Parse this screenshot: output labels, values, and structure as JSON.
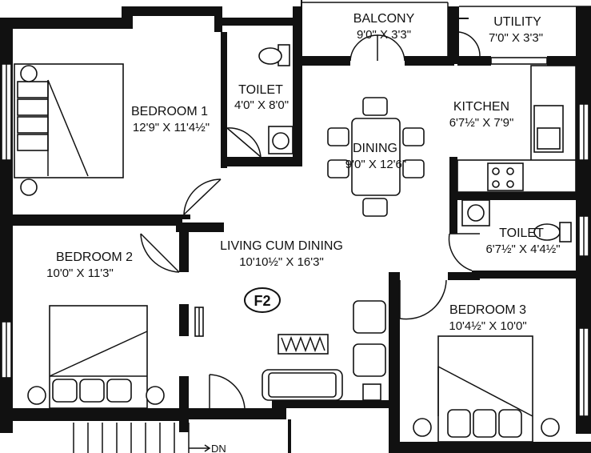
{
  "plan": {
    "unit_tag": "F2",
    "stair_label": "DN",
    "rooms": {
      "balcony": {
        "name": "BALCONY",
        "size": "9'0\" X 3'3\""
      },
      "utility": {
        "name": "UTILITY",
        "size": "7'0\" X 3'3\""
      },
      "toilet1": {
        "name": "TOILET",
        "size": "4'0\" X 8'0\""
      },
      "bedroom1": {
        "name": "BEDROOM 1",
        "size": "12'9\" X 11'4½\""
      },
      "kitchen": {
        "name": "KITCHEN",
        "size": "6'7½\" X 7'9\""
      },
      "dining": {
        "name": "DINING",
        "size": "9'0\" X 12'6\""
      },
      "toilet2": {
        "name": "TOILET",
        "size": "6'7½\" X 4'4½\""
      },
      "bedroom2": {
        "name": "BEDROOM 2",
        "size": "10'0\" X 11'3\""
      },
      "living": {
        "name": "LIVING CUM DINING",
        "size": "10'10½\" X 16'3\""
      },
      "bedroom3": {
        "name": "BEDROOM 3",
        "size": "10'4½\" X 10'0\""
      }
    }
  }
}
